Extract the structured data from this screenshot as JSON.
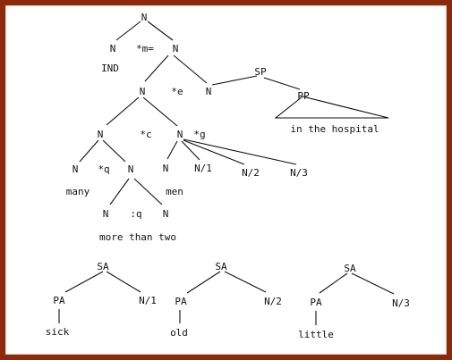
{
  "colors": {
    "frame": "#8b2a0c",
    "paper": "#ffffff",
    "ink": "#111111"
  },
  "main_tree": {
    "root": "N",
    "n_left": "N",
    "op_m": "*m=",
    "n_right": "N",
    "ind": "IND",
    "n_mid": "N",
    "op_e": "*e",
    "n_e_right": "N",
    "sp": "SP",
    "pp": "PP",
    "pp_text": "in the hospital",
    "n_low_left": "N",
    "op_c": "*c",
    "n_low_right": "N",
    "op_g": "*g",
    "n_q_left": "N",
    "op_q": "*q",
    "n_q_right": "N",
    "many": "many",
    "men": "men",
    "n_g0": "N",
    "n_g1": "N/1",
    "n_g2": "N/2",
    "n_g3": "N/3",
    "n_more_left": "N",
    "op_colon_q": ":q",
    "n_more_right": "N",
    "more_than_two": "more than two"
  },
  "small_trees": [
    {
      "sa": "SA",
      "pa": "PA",
      "n": "N/1",
      "word": "sick"
    },
    {
      "sa": "SA",
      "pa": "PA",
      "n": "N/2",
      "word": "old"
    },
    {
      "sa": "SA",
      "pa": "PA",
      "n": "N/3",
      "word": "little"
    }
  ]
}
